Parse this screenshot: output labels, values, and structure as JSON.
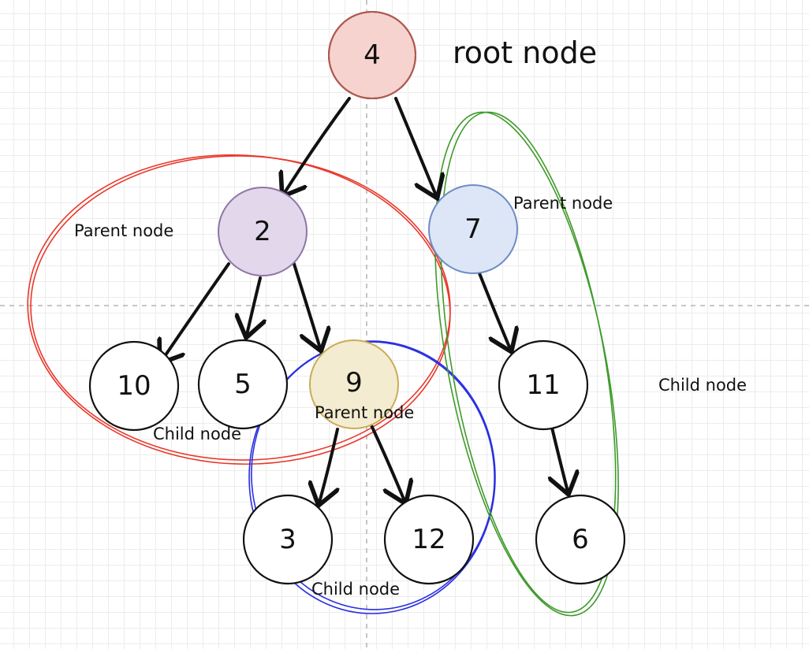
{
  "colors": {
    "root_fill": "#f6d3cf",
    "root_stroke": "#b5584c",
    "parent2_fill": "#e3d7ec",
    "parent2_stroke": "#8e76a8",
    "parent7_fill": "#dce6f7",
    "parent7_stroke": "#6f8cc4",
    "parent9_fill": "#f4ecd0",
    "parent9_stroke": "#c9ac5a",
    "child_fill": "#ffffff",
    "group_red": "#e8382b",
    "group_blue": "#2a2ee0",
    "group_green": "#3f9a2a",
    "guide": "#b4b4b4"
  },
  "tree": {
    "title": "root node",
    "nodes": {
      "n4": "4",
      "n2": "2",
      "n7": "7",
      "n10": "10",
      "n5": "5",
      "n9": "9",
      "n11": "11",
      "n3": "3",
      "n12": "12",
      "n6": "6"
    }
  },
  "annotations": {
    "parent_left": "Parent node",
    "parent_right": "Parent node",
    "parent_middle": "Parent node",
    "child_left": "Child node",
    "child_bottom": "Child node",
    "child_right": "Child node"
  }
}
